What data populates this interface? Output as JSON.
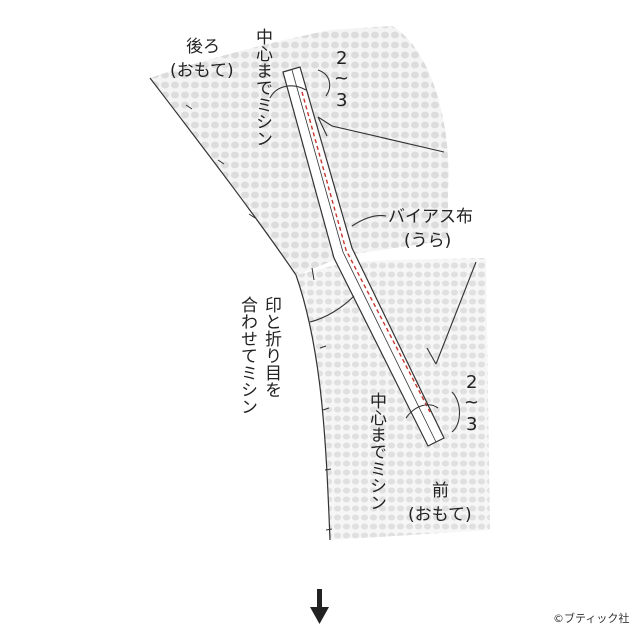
{
  "labels": {
    "back_line1": "後ろ",
    "back_line2": "(おもて)",
    "front_line1": "前",
    "front_line2": "(おもて)",
    "sew_center_top": "中心までミシン",
    "sew_center_bottom": "中心までミシン",
    "num_top_a": "2",
    "num_top_sep": "~",
    "num_top_b": "3",
    "num_bot_a": "2",
    "num_bot_sep": "~",
    "num_bot_b": "3",
    "bias_line1": "バイアス布",
    "bias_line2": "(うら)",
    "match_col1": "印と折り目を",
    "match_col2": "合わせてミシン"
  },
  "credit": "©ブティック社",
  "arrow_icon": "down-arrow-icon",
  "colors": {
    "stitch": "#c8352e",
    "fabric_pattern": "#e2e2e2",
    "line": "#333333"
  }
}
